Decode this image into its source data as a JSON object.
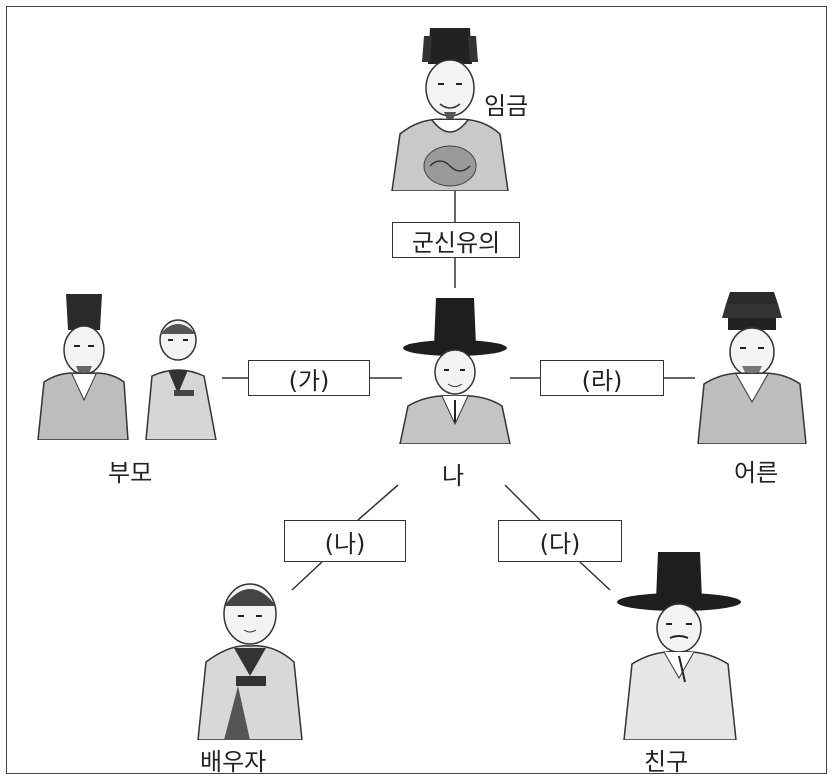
{
  "nodes": {
    "king": "임금",
    "parents": "부모",
    "me": "나",
    "elder": "어른",
    "spouse": "배우자",
    "friend": "친구"
  },
  "relations": {
    "king_me": "군신유의",
    "parents_me": "(가)",
    "spouse_me": "(나)",
    "friend_me": "(다)",
    "elder_me": "(라)"
  }
}
